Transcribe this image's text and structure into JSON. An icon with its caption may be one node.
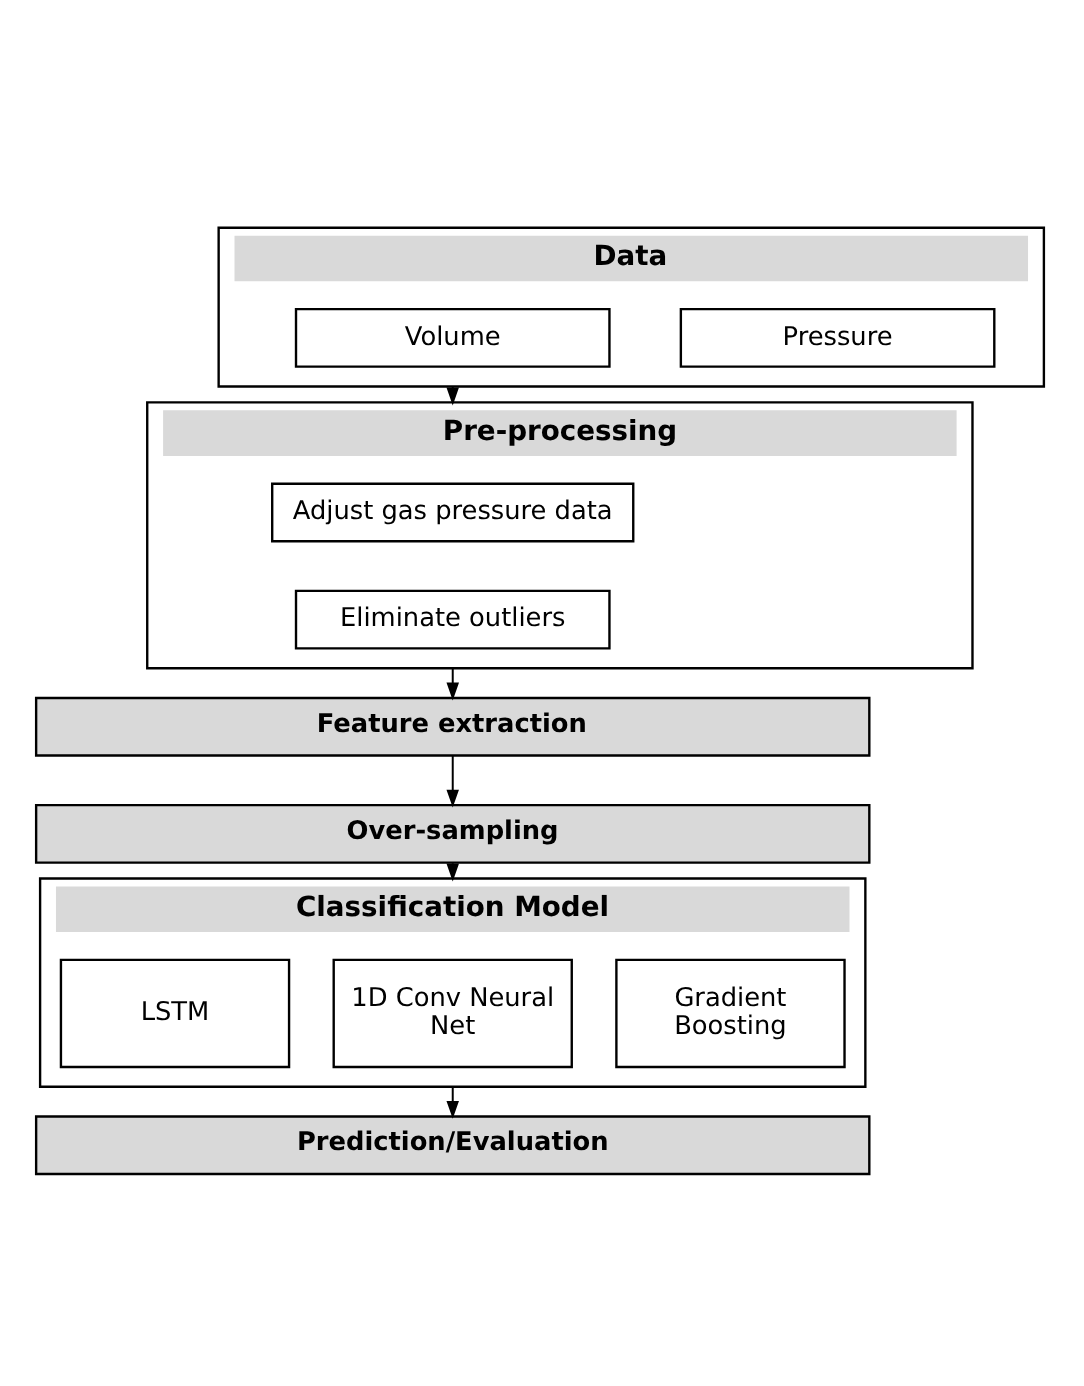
{
  "diagram": {
    "nodes": [
      {
        "text": [
          "Data"
        ]
      },
      {
        "text": [
          "Pressure"
        ],
        "in": 0
      },
      {
        "text": [
          "Volume"
        ],
        "in": 0
      },
      {
        "text": [
          "Pre-processing"
        ]
      },
      {
        "text": [
          "Adjust gas pressure data"
        ],
        "in": 3
      },
      {
        "text": [
          "Eliminate outliers"
        ],
        "in": 3
      },
      {
        "text": [
          "Feature extraction"
        ]
      },
      {
        "text": [
          "Over-sampling"
        ]
      },
      {
        "text": [
          "Classification Model"
        ]
      },
      {
        "text": [
          "Gradient Boosting"
        ],
        "in": 8
      },
      {
        "text": [
          "1D Conv Neural Net"
        ],
        "in": 8
      },
      {
        "text": [
          "LSTM"
        ],
        "in": 8
      },
      {
        "text": [
          "Prediction/Evaluation"
        ]
      }
    ],
    "edges": [
      {
        "from": 0,
        "to": 3,
        "arrow": "to"
      },
      {
        "from": 3,
        "to": 6,
        "arrow": "to"
      },
      {
        "from": 6,
        "to": 7,
        "arrow": "to"
      },
      {
        "from": 7,
        "to": 8,
        "arrow": "to"
      },
      {
        "from": 8,
        "to": 12,
        "arrow": "to"
      }
    ]
  }
}
